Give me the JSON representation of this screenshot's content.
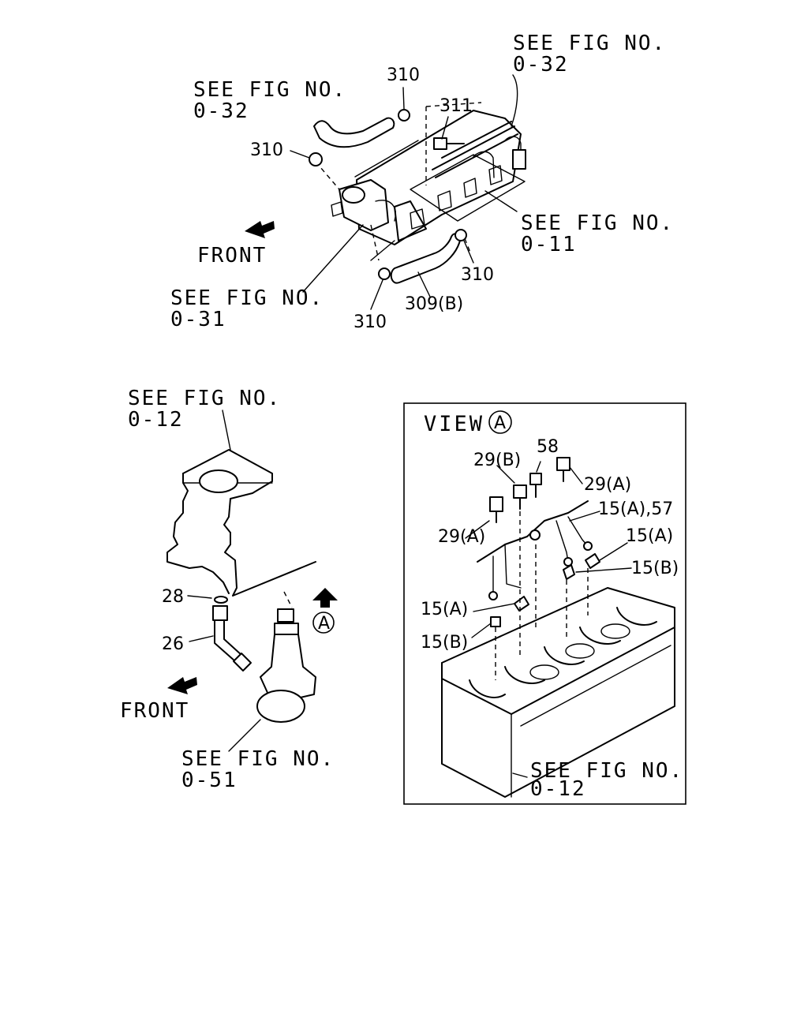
{
  "refs": {
    "top_left": {
      "line1": "SEE FIG NO.",
      "line2": "0-32"
    },
    "top_right": {
      "line1": "SEE FIG NO.",
      "line2": "0-32"
    },
    "mid_right": {
      "line1": "SEE FIG NO.",
      "line2": "0-11"
    },
    "mid_left": {
      "line1": "SEE FIG NO.",
      "line2": "0-31"
    },
    "lower_left_top": {
      "line1": "SEE FIG NO.",
      "line2": "0-12"
    },
    "lower_left_bottom": {
      "line1": "SEE FIG NO.",
      "line2": "0-51"
    },
    "view_bottom": {
      "line1": "SEE FIG NO.",
      "line2": "0-12"
    }
  },
  "front_labels": {
    "top": "FRONT",
    "bottom": "FRONT"
  },
  "parts": {
    "p310_top": "310",
    "p311": "311",
    "p310_left": "310",
    "p310_right": "310",
    "p310_bottom": "310",
    "p309b": "309(B)",
    "p28": "28",
    "p26": "26",
    "p58": "58",
    "p29b": "29(B)",
    "p29a_right": "29(A)",
    "p29a_left": "29(A)",
    "p15a57": "15(A),57",
    "p15a_right": "15(A)",
    "p15b_right": "15(B)",
    "p15a_left": "15(A)",
    "p15b_left": "15(B)"
  },
  "view": {
    "title": "VIEW",
    "marker": "A"
  },
  "view_marker": "A"
}
